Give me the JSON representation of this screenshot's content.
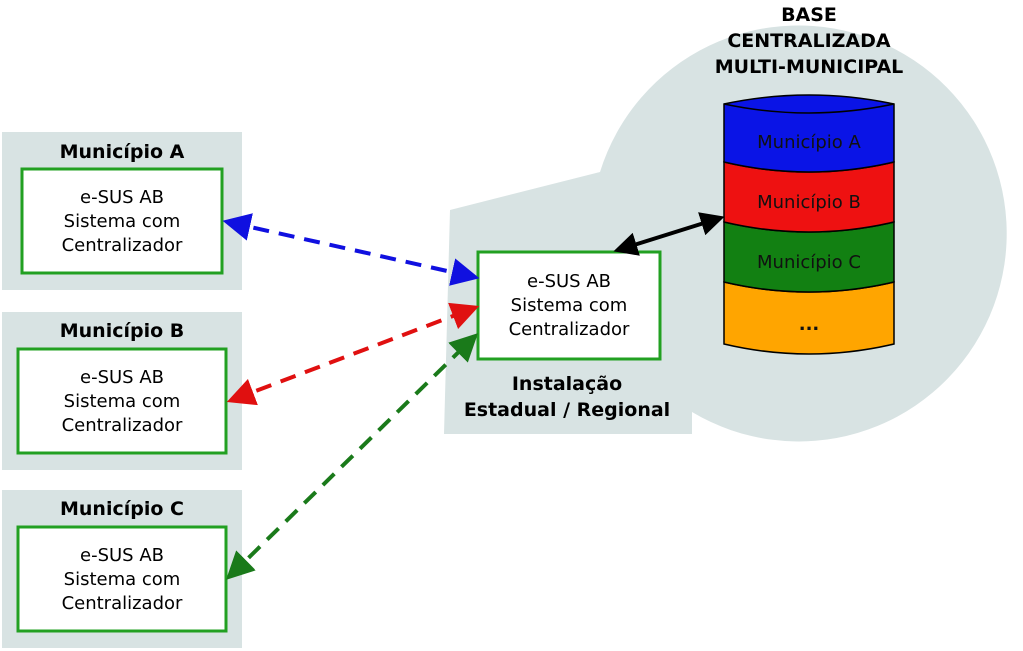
{
  "municipalities": [
    {
      "title": "Município A",
      "box": [
        "e-SUS AB",
        "Sistema com",
        "Centralizador"
      ],
      "arrow_color": "#1010e0"
    },
    {
      "title": "Município B",
      "box": [
        "e-SUS AB",
        "Sistema com",
        "Centralizador"
      ],
      "arrow_color": "#e01010"
    },
    {
      "title": "Município C",
      "box": [
        "e-SUS AB",
        "Sistema com",
        "Centralizador"
      ],
      "arrow_color": "#1a7a1a"
    }
  ],
  "central": {
    "box": [
      "e-SUS AB",
      "Sistema com",
      "Centralizador"
    ],
    "caption": [
      "Instalação",
      "Estadual / Regional"
    ]
  },
  "database": {
    "title": [
      "BASE",
      "CENTRALIZADA",
      "MULTI-MUNICIPAL"
    ],
    "layers": [
      {
        "label": "Município A",
        "color": "#0a14e6"
      },
      {
        "label": "Município B",
        "color": "#ee1111"
      },
      {
        "label": "Município C",
        "color": "#128012"
      },
      {
        "label": "...",
        "color": "#ffa500"
      }
    ]
  },
  "colors": {
    "panel": "#d8e3e3",
    "box_border": "#22a022",
    "link": "#000000"
  }
}
